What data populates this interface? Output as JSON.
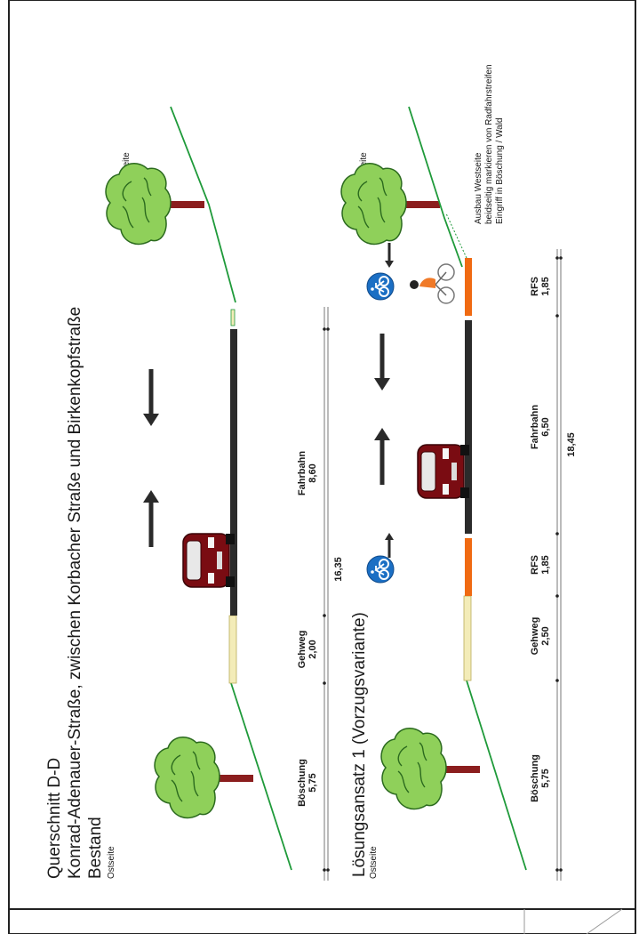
{
  "title": {
    "line1": "Querschnitt D-D",
    "line2": "Konrad-Adenauer-Straße, zwischen Korbacher Straße und Birkenkopfstraße",
    "line3": "Bestand"
  },
  "bestand": {
    "ostseite": "Ostseite",
    "westseite": "Westseite",
    "dims": [
      {
        "name": "Böschung",
        "value": "5,75"
      },
      {
        "name": "Gehweg",
        "value": "2,00"
      },
      {
        "name": "Fahrbahn",
        "value": "8,60"
      }
    ],
    "total": "16,35"
  },
  "loesung": {
    "title": "Lösungsansatz 1 (Vorzugsvariante)",
    "ostseite": "Ostseite",
    "westseite": "Westseite",
    "note": [
      "Ausbau Westseite",
      "beidseitig markieren von Radfahrstreifen",
      "Eingriff in Böschung / Wald"
    ],
    "dims": [
      {
        "name": "Böschung",
        "value": "5,75"
      },
      {
        "name": "Gehweg",
        "value": "2,50"
      },
      {
        "name": "RFS",
        "value": "1,85"
      },
      {
        "name": "Fahrbahn",
        "value": "6,50"
      },
      {
        "name": "RFS",
        "value": "1,85"
      }
    ],
    "total": "18,45"
  },
  "colors": {
    "slope": "#1f9a3a",
    "road": "#2b2b2b",
    "sidewalk": "#f3ecb8",
    "bike_lane": "#f06a12",
    "car": "#7a0c12",
    "bike_sign": "#1b6fc4"
  }
}
